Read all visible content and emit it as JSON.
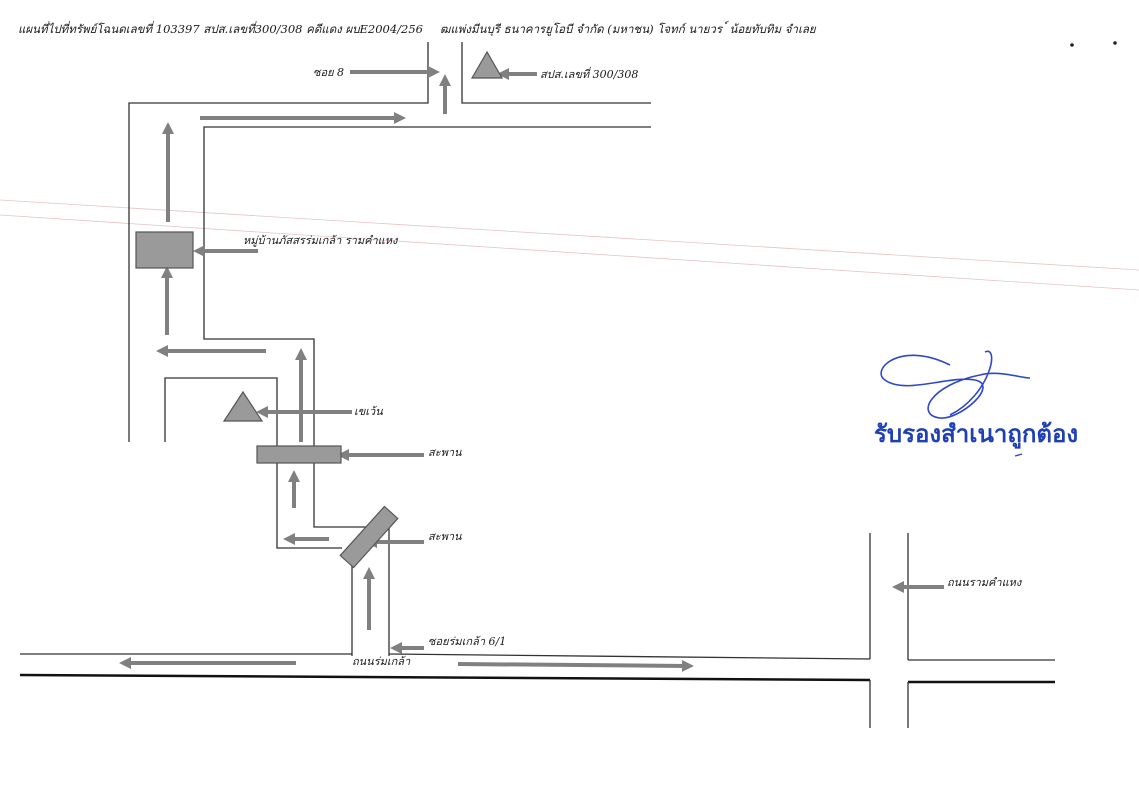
{
  "header": {
    "title_left": "แผนที่ไปที่ทรัพย์โฉนดเลขที่ 103397 สปส.เลขที่300/308 คดีแดง ผบE2004/256",
    "title_right": "ฒแพ่งมีนบุรี ธนาคารยูโอบี จำกัด (มหาชน) โจทก์ นายวร      ์ น้อยทับทิม จำเลย"
  },
  "labels": {
    "soi8": "ซอย 8",
    "property": "สปส.เลขที่ 300/308",
    "village": "หมู่บ้านภัสสรร่มเกล้า รามคำแหง",
    "u_turn": "เขเว้น",
    "bridge1": "สะพาน",
    "bridge2": "สะพาน",
    "ram_road": "ถนนรามคำแหง",
    "soi_romklao": "ซอยร่มเกล้า 6/1",
    "romklao_road": "ถนนร่มเกล้า"
  },
  "stamp": {
    "text": "รับรองสำเนาถูกต้อง",
    "color": "#1f3fb5"
  },
  "colors": {
    "arrow": "#808080",
    "marker": "#9a9a9a"
  }
}
